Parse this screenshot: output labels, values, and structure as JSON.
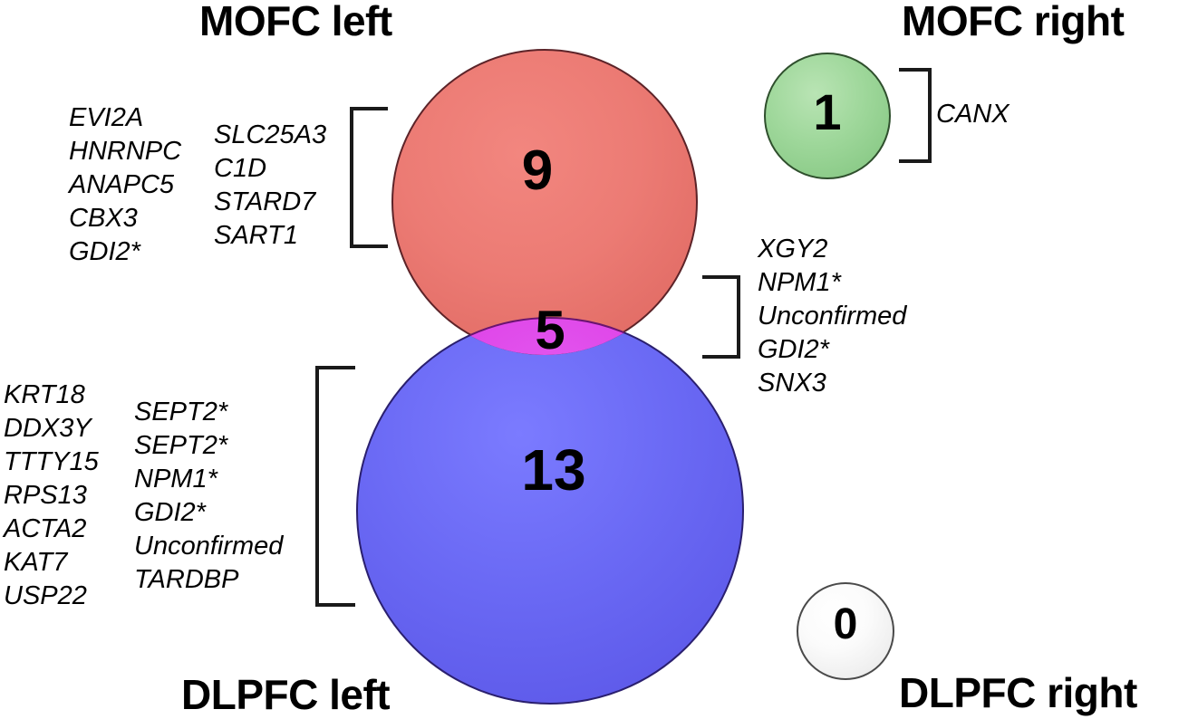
{
  "figure": {
    "type": "venn-diagram",
    "background": "#ffffff"
  },
  "titles": {
    "mofc_left": "MOFC left",
    "mofc_right": "MOFC right",
    "dlpfc_left": "DLPFC left",
    "dlpfc_right": "DLPFC right"
  },
  "chart_data": {
    "type": "venn",
    "title": "",
    "sets": [
      {
        "id": "mofc_left",
        "label": "MOFC left",
        "count": 9,
        "color": "#ec7b74",
        "stroke": "#5c2328",
        "genes": [
          "EVI2A",
          "HNRNPC",
          "ANAPC5",
          "CBX3",
          "GDI2*",
          "SLC25A3",
          "C1D",
          "STARD7",
          "SART1"
        ]
      },
      {
        "id": "dlpfc_left",
        "label": "DLPFC left",
        "count": 13,
        "color": "#6a69f4",
        "stroke": "#2a1f6e",
        "genes": [
          "KRT18",
          "DDX3Y",
          "TTTY15",
          "RPS13",
          "ACTA2",
          "KAT7",
          "USP22",
          "SEPT2*",
          "SEPT2*",
          "NPM1*",
          "GDI2*",
          "Unconfirmed",
          "TARDBP"
        ]
      },
      {
        "id": "mofc_right",
        "label": "MOFC right",
        "count": 1,
        "color": "#9ed79a",
        "stroke": "#2f4f2d",
        "genes": [
          "CANX"
        ]
      },
      {
        "id": "dlpfc_right",
        "label": "DLPFC right",
        "count": 0,
        "color": "#fbfbfb",
        "stroke": "#4a4a4a",
        "genes": []
      }
    ],
    "intersections": [
      {
        "id": "mofc_left__dlpfc_left",
        "sets": [
          "mofc_left",
          "dlpfc_left"
        ],
        "count": 5,
        "color": "#dd3fe6",
        "stroke": "#6a1470",
        "genes": [
          "XGY2",
          "NPM1*",
          "Unconfirmed",
          "GDI2*",
          "SNX3"
        ]
      }
    ]
  },
  "counts": {
    "mofc_left": "9",
    "overlap": "5",
    "dlpfc_left": "13",
    "mofc_right": "1",
    "dlpfc_right": "0"
  },
  "gene_lists": {
    "mofc_left_col1": "EVI2A\nHNRNPC\nANAPC5\nCBX3\nGDI2*",
    "mofc_left_col2": "SLC25A3\nC1D\nSTARD7\nSART1",
    "dlpfc_left_col1": "KRT18\nDDX3Y\nTTTY15\nRPS13\nACTA2\nKAT7\nUSP22",
    "dlpfc_left_col2": "SEPT2*\nSEPT2*\nNPM1*\nGDI2*\nUnconfirmed\nTARDBP",
    "overlap": "XGY2\nNPM1*\nUnconfirmed\nGDI2*\nSNX3",
    "mofc_right": "CANX"
  }
}
